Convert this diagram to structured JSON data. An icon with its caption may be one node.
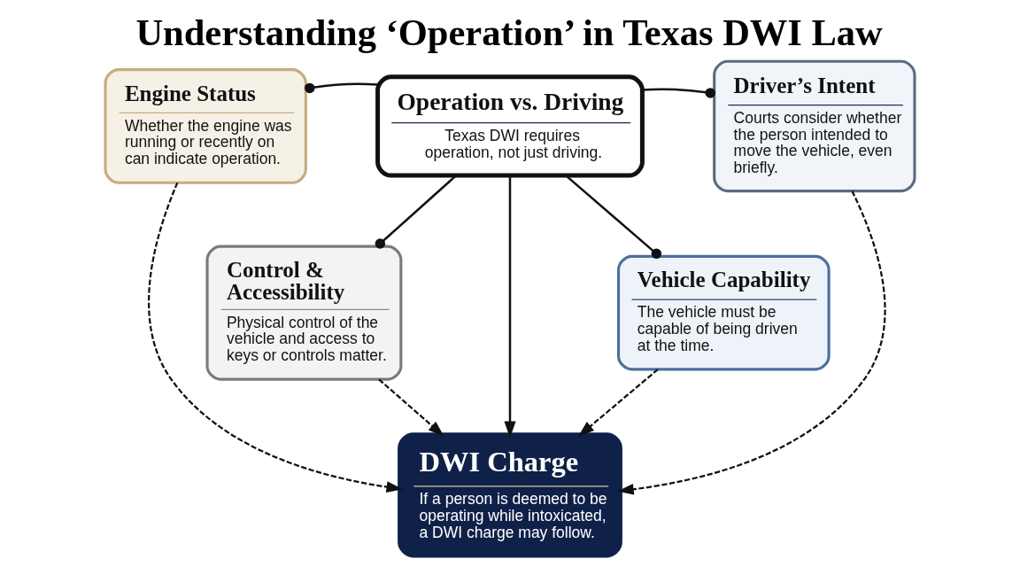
{
  "diagram": {
    "title": "Understanding ‘Operation’ in Texas DWI Law",
    "nodes": [
      {
        "text": [
          "Engine Status",
          "Whether the engine was running or recently on can indicate operation."
        ]
      },
      {
        "text": [
          "Operation vs. Driving",
          "Texas DWI requires operation, not just driving."
        ]
      },
      {
        "text": [
          "Driver’s Intent",
          "Courts consider whether the person intended to move the vehicle, even briefly."
        ]
      },
      {
        "text": [
          "Control & Accessibility",
          "Physical control of the vehicle and access to keys or controls matter."
        ]
      },
      {
        "text": [
          "Vehicle Capability",
          "The vehicle must be capable of being driven at the time."
        ]
      },
      {
        "text": [
          "DWI Charge",
          "If a person is deemed to be operating while intoxicated, a DWI charge may follow."
        ]
      }
    ],
    "edges": [
      {
        "from": 1,
        "to": 0,
        "arrow": "other"
      },
      {
        "from": 1,
        "to": 2,
        "arrow": "other"
      },
      {
        "from": 1,
        "to": 3,
        "arrow": "other"
      },
      {
        "from": 1,
        "to": 4,
        "arrow": "other"
      },
      {
        "from": 1,
        "to": 5,
        "arrow": "to"
      },
      {
        "from": 0,
        "to": 5,
        "arrow": "to",
        "style": "dashed"
      },
      {
        "from": 2,
        "to": 5,
        "arrow": "to",
        "style": "dashed"
      },
      {
        "from": 3,
        "to": 5,
        "arrow": "to",
        "style": "dashed"
      },
      {
        "from": 4,
        "to": 5,
        "arrow": "to",
        "style": "dashed"
      }
    ]
  }
}
